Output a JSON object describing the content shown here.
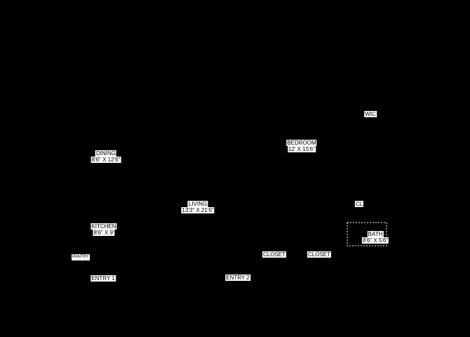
{
  "plan": {
    "background": "#000000",
    "label_bg": "#ffffff",
    "label_fg": "#000000",
    "rooms": [
      {
        "id": "wic",
        "name": "WIC",
        "size": ""
      },
      {
        "id": "bedroom",
        "name": "BEDROOM",
        "size": "12' X 15'6\""
      },
      {
        "id": "dining",
        "name": "DINING",
        "size": "8'6\" X 12'6\""
      },
      {
        "id": "living",
        "name": "LIVING",
        "size": "13'3\" X 21'6\""
      },
      {
        "id": "cl",
        "name": "CL",
        "size": ""
      },
      {
        "id": "kitchen",
        "name": "KITCHEN",
        "size": "8'6\" X 9'"
      },
      {
        "id": "bath",
        "name": "BATH",
        "size": "8'6\" X 5'6\""
      },
      {
        "id": "pantry",
        "name": "PANTRY",
        "size": ""
      },
      {
        "id": "closet1",
        "name": "CLOSET",
        "size": ""
      },
      {
        "id": "closet2",
        "name": "CLOSET",
        "size": ""
      },
      {
        "id": "entry1",
        "name": "ENTRY 1",
        "size": ""
      },
      {
        "id": "entry2",
        "name": "ENTRY 2",
        "size": ""
      }
    ]
  }
}
